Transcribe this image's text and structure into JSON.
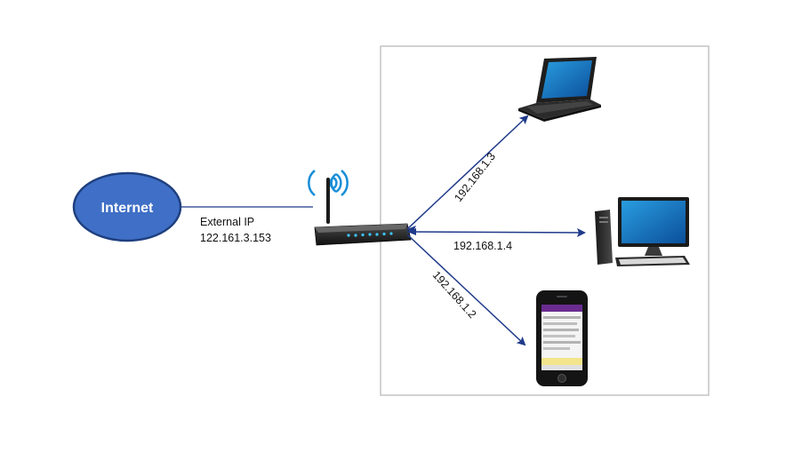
{
  "internet": {
    "label": "Internet",
    "fill_color": "#3f6fc6",
    "stroke_color": "#1f3f7f"
  },
  "external_ip": {
    "title": "External IP",
    "address": "122.161.3.153"
  },
  "connections": {
    "laptop_ip": "192.168.1.3",
    "desktop_ip": "192.168.1.4",
    "phone_ip": "192.168.1.2",
    "arrow_color": "#1f3a8a"
  },
  "devices": {
    "router_icon": "wireless-router-icon",
    "laptop_icon": "laptop-icon",
    "desktop_icon": "desktop-computer-icon",
    "phone_icon": "smartphone-icon"
  }
}
